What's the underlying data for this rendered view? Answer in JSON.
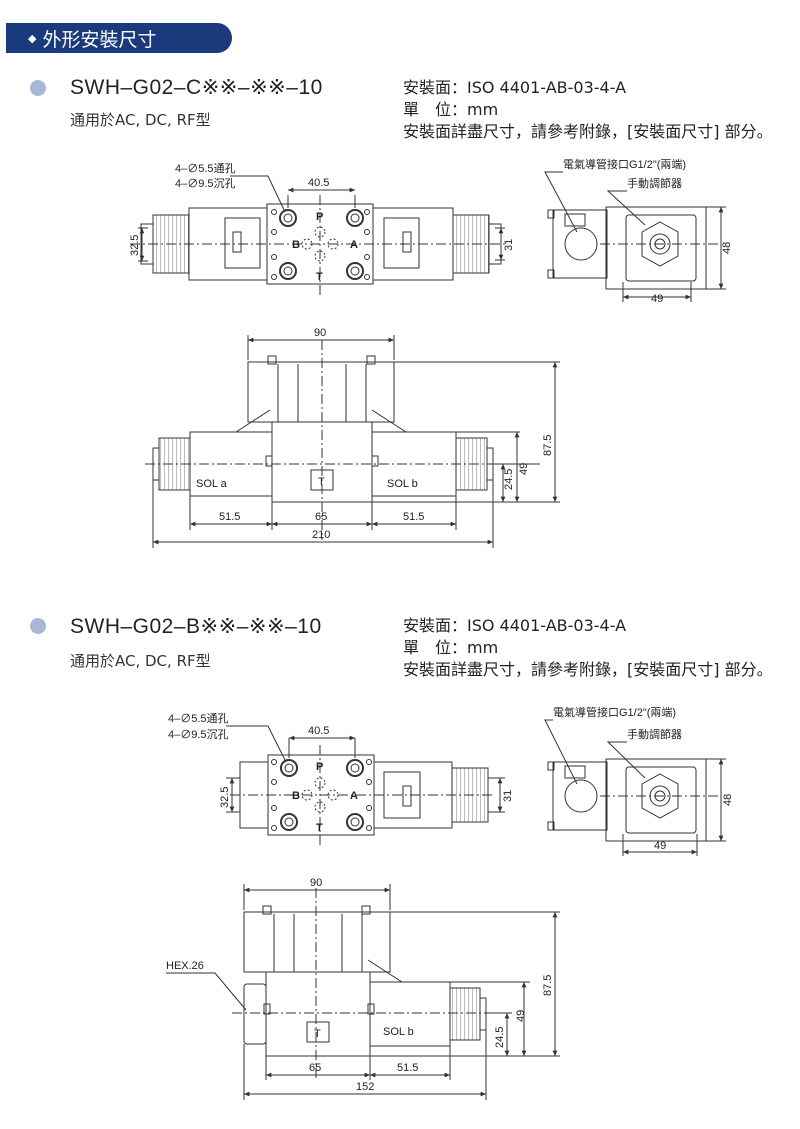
{
  "header": {
    "title": "外形安裝尺寸"
  },
  "sections": [
    {
      "model": "SWH–G02–C※※–※※–10",
      "usage": "通用於AC, DC, RF型",
      "specs": [
        "安裝面：ISO 4401-AB-03-4-A",
        "單　位：mm",
        "安裝面詳盡尺寸，請參考附錄，[安裝面尺寸] 部分。"
      ],
      "labels": {
        "hole1": "4–∅5.5通孔",
        "hole2": "4–∅9.5沉孔",
        "conduit": "電氣導管接口G1/2\"(兩端)",
        "manual": "手動調節器",
        "p": "P",
        "a": "A",
        "b": "B",
        "t": "T",
        "sol_a": "SOL a",
        "sol_b": "SOL b",
        "d405": "40.5",
        "d325": "32.5",
        "d31": "31",
        "d48": "48",
        "d49": "49",
        "d90": "90",
        "d875": "87.5",
        "d245": "24.5",
        "d49b": "49",
        "d515a": "51.5",
        "d65": "65",
        "d515b": "51.5",
        "d210": "210"
      }
    },
    {
      "model": "SWH–G02–B※※–※※–10",
      "usage": "通用於AC, DC, RF型",
      "specs": [
        "安裝面：ISO 4401-AB-03-4-A",
        "單　位：mm",
        "安裝面詳盡尺寸，請參考附錄，[安裝面尺寸] 部分。"
      ],
      "labels": {
        "hole1": "4–∅5.5通孔",
        "hole2": "4–∅9.5沉孔",
        "conduit": "電氣導管接口G1/2\"(兩端)",
        "manual": "手動調節器",
        "p": "P",
        "a": "A",
        "b": "B",
        "t": "T",
        "sol_b": "SOL b",
        "hex": "HEX.26",
        "d405": "40.5",
        "d325": "32.5",
        "d31": "31",
        "d48": "48",
        "d49": "49",
        "d90": "90",
        "d875": "87.5",
        "d245": "24.5",
        "d49b": "49",
        "d65": "65",
        "d515": "51.5",
        "d152": "152"
      }
    }
  ]
}
